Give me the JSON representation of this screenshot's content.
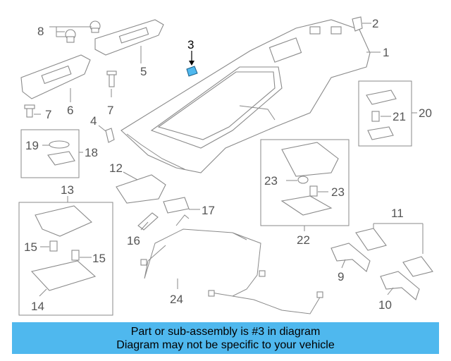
{
  "diagram": {
    "highlight_color": "#4fb8ee",
    "highlighted_part": "3",
    "callouts": {
      "c1": "1",
      "c2": "2",
      "c3": "3",
      "c4": "4",
      "c5": "5",
      "c6": "6",
      "c7a": "7",
      "c7b": "7",
      "c8": "8",
      "c9": "9",
      "c10": "10",
      "c11": "11",
      "c12": "12",
      "c13": "13",
      "c14": "14",
      "c15a": "15",
      "c15b": "15",
      "c16": "16",
      "c17": "17",
      "c18": "18",
      "c19": "19",
      "c20": "20",
      "c21": "21",
      "c22": "22",
      "c23a": "23",
      "c23b": "23",
      "c24": "24"
    }
  },
  "banner": {
    "line1": "Part or sub-assembly is #3 in diagram",
    "line2": "Diagram may not be specific to your vehicle",
    "background": "#4fb8ee"
  }
}
